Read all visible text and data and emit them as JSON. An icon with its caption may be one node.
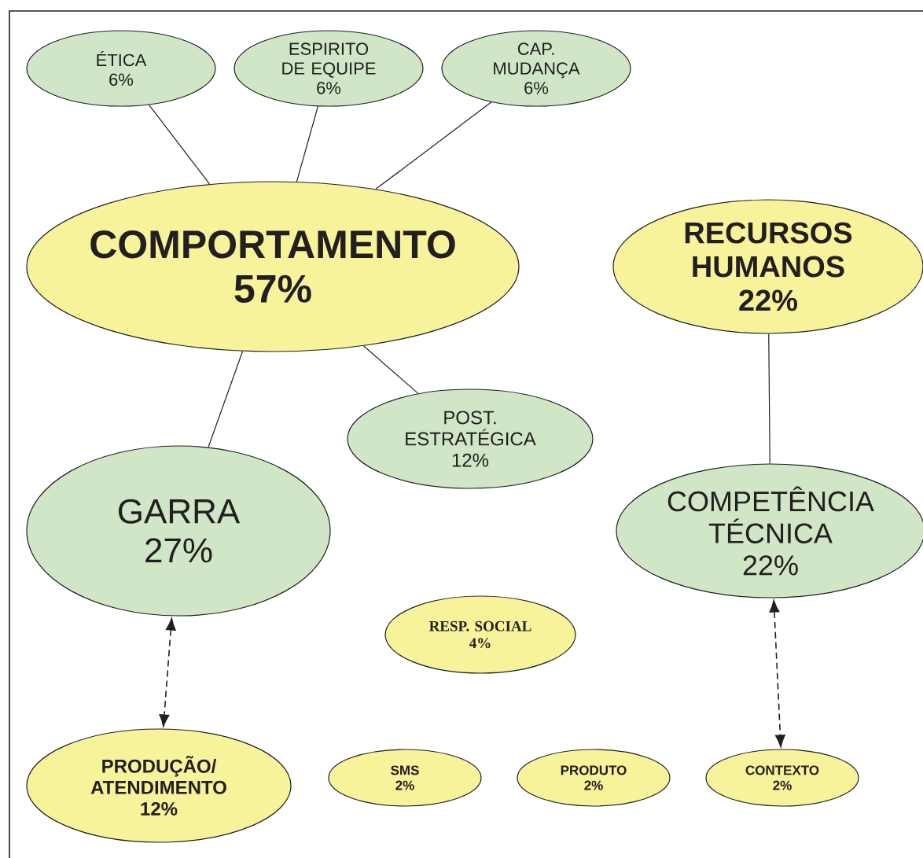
{
  "diagram": {
    "nodes": [
      {
        "text": [
          "ÉTICA",
          "6%"
        ]
      },
      {
        "text": [
          "ESPIRITO DE EQUIPE",
          "6%"
        ]
      },
      {
        "text": [
          "CAP. MUDANÇA",
          "6%"
        ]
      },
      {
        "text": [
          "COMPORTAMENTO",
          "57%"
        ]
      },
      {
        "text": [
          "RECURSOS HUMANOS",
          "22%"
        ]
      },
      {
        "text": [
          "POST. ESTRATÉGICA",
          "12%"
        ]
      },
      {
        "text": [
          "GARRA",
          "27%"
        ]
      },
      {
        "text": [
          "COMPETÊNCIA TÉCNICA",
          "22%"
        ]
      },
      {
        "text": [
          "RESP. SOCIAL",
          "4%"
        ]
      },
      {
        "text": [
          "PRODUÇÃO/ ATENDIMENTO",
          "12%"
        ]
      },
      {
        "text": [
          "SMS",
          "2%"
        ]
      },
      {
        "text": [
          "PRODUTO",
          "2%"
        ]
      },
      {
        "text": [
          "CONTEXTO",
          "2%"
        ]
      }
    ],
    "edges": [
      {
        "from": 3,
        "to": 0,
        "arrow": "none"
      },
      {
        "from": 3,
        "to": 1,
        "arrow": "none"
      },
      {
        "from": 3,
        "to": 2,
        "arrow": "none"
      },
      {
        "from": 3,
        "to": 5,
        "arrow": "none"
      },
      {
        "from": 3,
        "to": 6,
        "arrow": "none"
      },
      {
        "from": 4,
        "to": 7,
        "arrow": "none"
      },
      {
        "from": 6,
        "to": 9,
        "arrow": "both",
        "style": "dashed"
      },
      {
        "from": 7,
        "to": 12,
        "arrow": "both",
        "style": "dashed"
      }
    ]
  }
}
